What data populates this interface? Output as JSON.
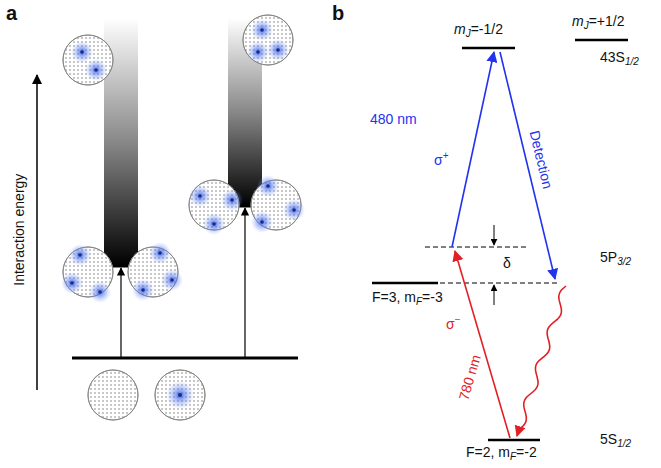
{
  "diagram": {
    "labels": [
      "a",
      "Interaction energy",
      "b",
      "m",
      "J",
      "=-1/2",
      "m",
      "J",
      "=+1/2",
      "43S",
      "1/2",
      "480 nm",
      "σ",
      "+",
      "Detection",
      "δ",
      "5P",
      "3/2",
      "F=3, m",
      "F",
      "=-3",
      "780 nm",
      "σ",
      "−",
      "F=2, m",
      "F",
      "=-2",
      "5S",
      "1/2"
    ]
  }
}
